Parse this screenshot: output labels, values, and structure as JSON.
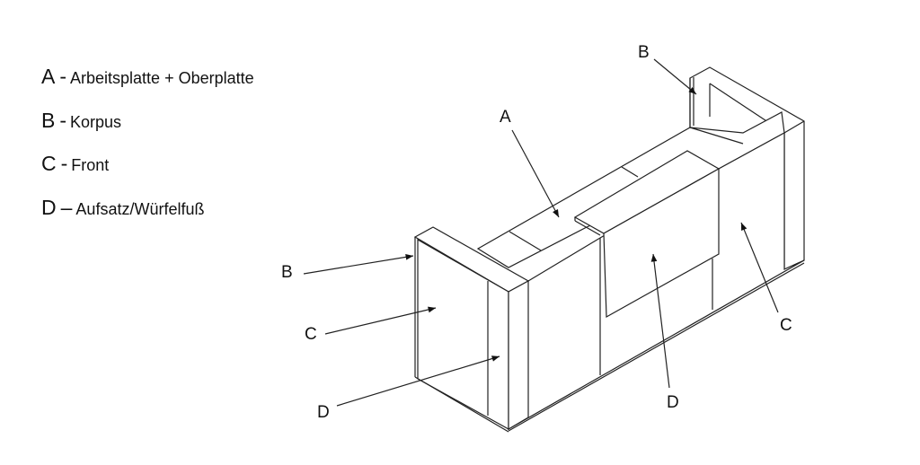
{
  "legend": [
    {
      "key": "A",
      "sep": "-",
      "text": "Arbeitsplatte + Oberplatte"
    },
    {
      "key": "B",
      "sep": "-",
      "text": "Korpus"
    },
    {
      "key": "C",
      "sep": "-",
      "text": "Front"
    },
    {
      "key": "D",
      "sep": "–",
      "text": "Aufsatz/Würfelfuß"
    }
  ],
  "callouts": {
    "a_top": "A",
    "b_top": "B",
    "b_left": "B",
    "c_left": "C",
    "d_left": "D",
    "d_center": "D",
    "c_right": "C"
  }
}
